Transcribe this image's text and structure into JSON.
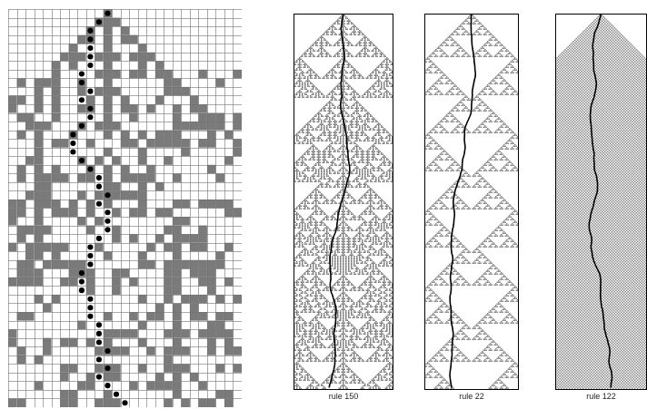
{
  "figure": {
    "grid_panel": {
      "cell_fill_color": "#7a7a7a",
      "empty_color": "#ffffff",
      "grid_line_color": "#707070",
      "trail_marker_color": "#000000",
      "columns": 27,
      "rows": 46
    },
    "rule_panels": [
      {
        "id": "p150",
        "caption": "rule 150",
        "rule": 150,
        "color": "#7d7d7d"
      },
      {
        "id": "p22",
        "caption": "rule 22",
        "rule": 22,
        "color": "#8a8a8a"
      },
      {
        "id": "p122",
        "caption": "rule 122",
        "rule": 122,
        "color": "#888888"
      }
    ]
  }
}
